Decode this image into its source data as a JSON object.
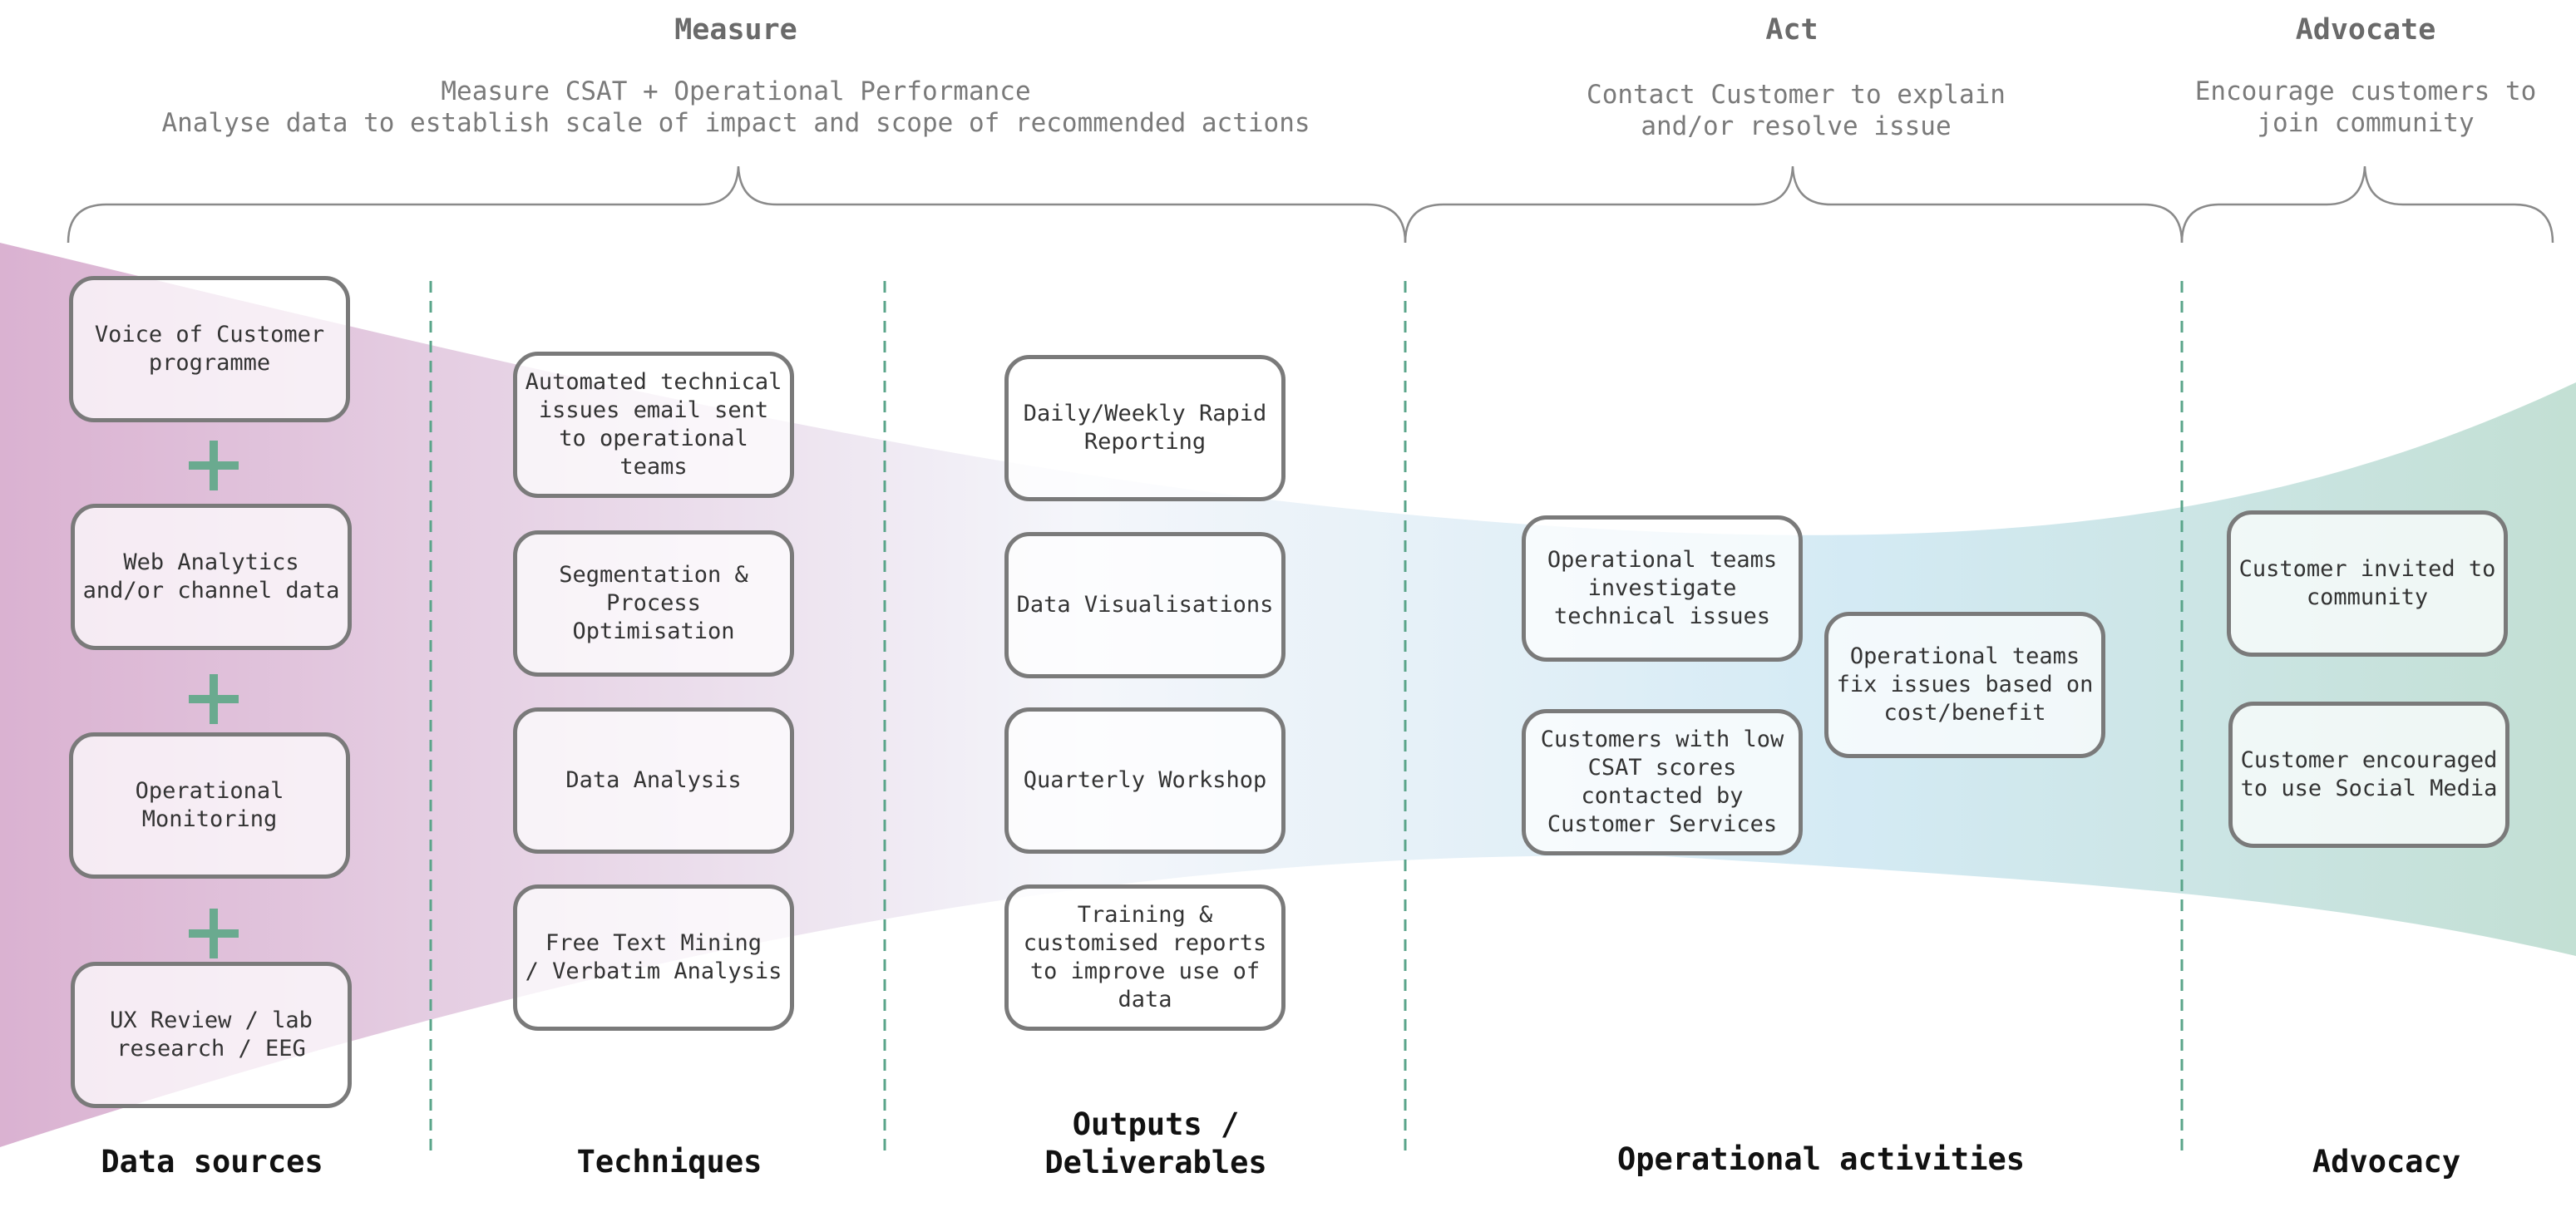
{
  "colors": {
    "funnel_left": "#d6a9cc",
    "funnel_mid": "#f3f5fa",
    "funnel_blue": "#cfe8f3",
    "funnel_right": "#bcdccf",
    "divider": "#5aa58a",
    "plus": "#6aaa8f",
    "box_border": "#7a7a7a",
    "brace": "#8a8a8a"
  },
  "phases": {
    "measure": {
      "title": "Measure",
      "desc": "Measure CSAT + Operational Performance\nAnalyse data to establish scale of impact and scope of recommended actions"
    },
    "act": {
      "title": "Act",
      "desc": "Contact Customer to explain\nand/or resolve issue"
    },
    "advocate": {
      "title": "Advocate",
      "desc": "Encourage customers to\njoin community"
    }
  },
  "data_sources": {
    "label": "Data sources",
    "items": [
      "Voice of Customer\nprogramme",
      "Web Analytics\nand/or channel data",
      "Operational\nMonitoring",
      "UX Review / lab\nresearch / EEG"
    ],
    "connector_icon": "plus-icon"
  },
  "techniques": {
    "label": "Techniques",
    "items": [
      "Automated technical\nissues email sent\nto operational\nteams",
      "Segmentation &\nProcess\nOptimisation",
      "Data Analysis",
      "Free Text Mining\n/ Verbatim Analysis"
    ]
  },
  "outputs": {
    "label": "Outputs /\nDeliverables",
    "items": [
      "Daily/Weekly Rapid\nReporting",
      "Data Visualisations",
      "Quarterly Workshop",
      "Training &\ncustomised reports\nto improve use of\ndata"
    ]
  },
  "operational": {
    "label": "Operational activities",
    "items": [
      "Operational teams\ninvestigate\ntechnical issues",
      "Customers with low\nCSAT scores\ncontacted by\nCustomer Services",
      "Operational teams\nfix issues based on\ncost/benefit"
    ]
  },
  "advocacy": {
    "label": "Advocacy",
    "items": [
      "Customer invited to\ncommunity",
      "Customer encouraged\nto use Social Media"
    ]
  }
}
